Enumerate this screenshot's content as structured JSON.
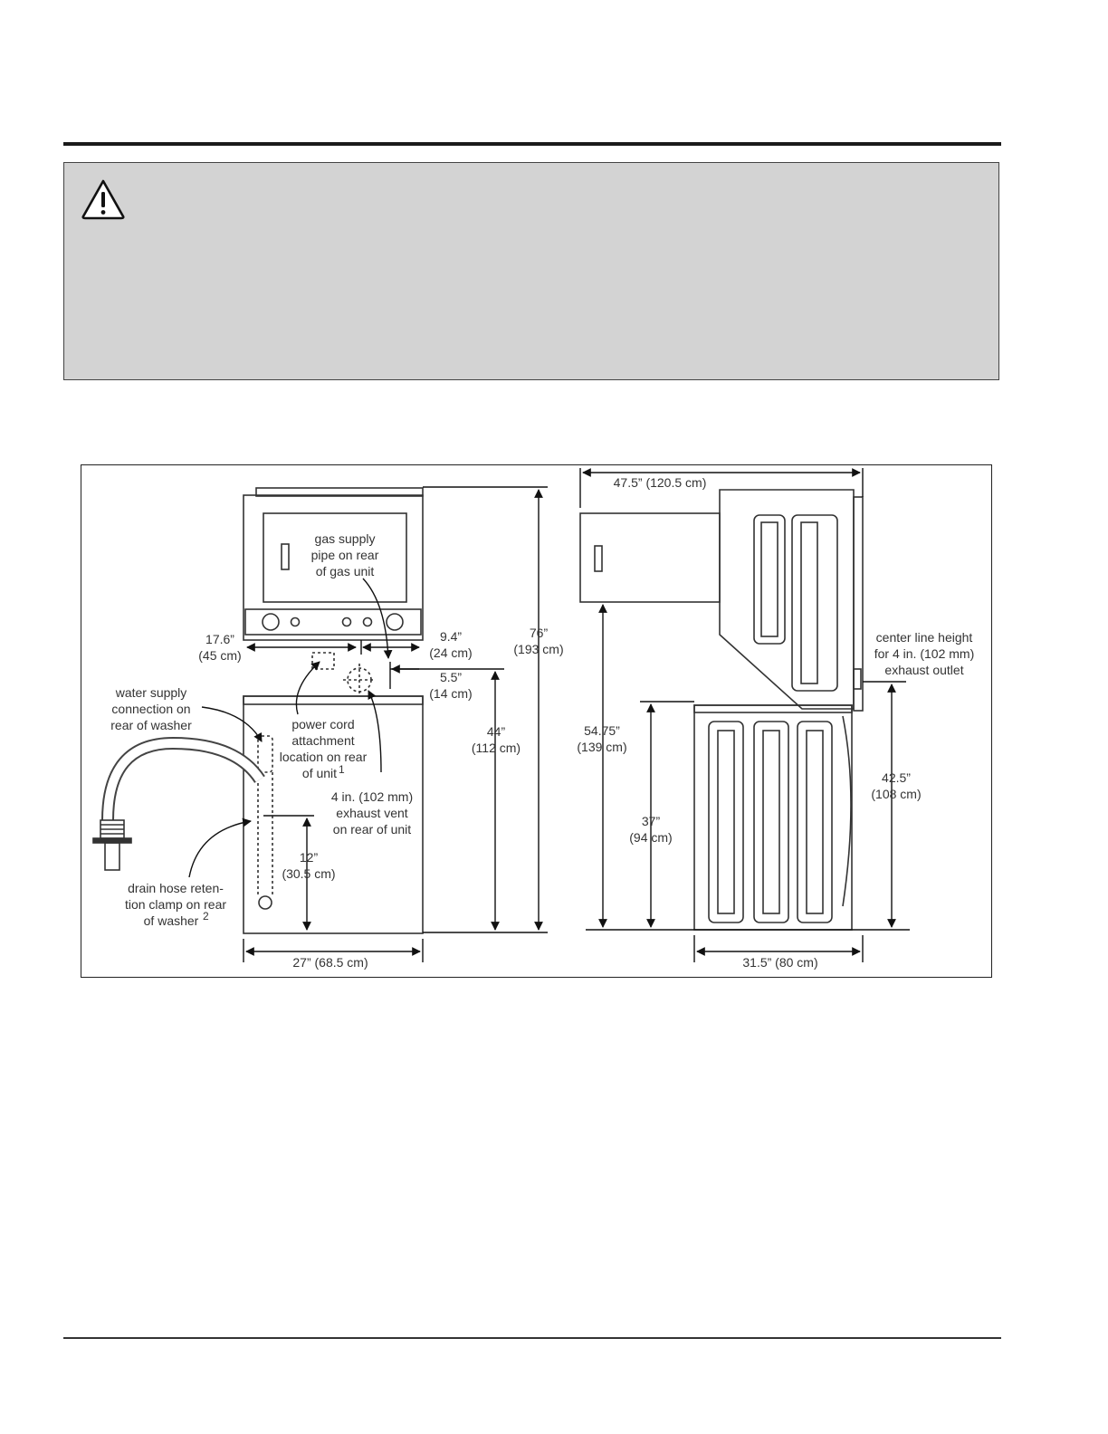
{
  "warning": {
    "icon": "warning-triangle-icon"
  },
  "diagram": {
    "front_view": {
      "gas_supply": [
        "gas supply",
        "pipe on rear",
        "of gas unit"
      ],
      "width_upper": [
        "17.6”",
        "(45 cm)"
      ],
      "vent_offset_h": [
        "9.4”",
        "(24 cm)"
      ],
      "vent_offset_v": [
        "5.5”",
        "(14 cm)"
      ],
      "total_height": [
        "76”",
        "(193 cm)"
      ],
      "washer_height": [
        "44”",
        "(112 cm)"
      ],
      "water_supply": [
        "water supply",
        "connection on",
        "rear of washer"
      ],
      "power_cord": [
        "power cord",
        "attachment",
        "location on rear",
        "of unit"
      ],
      "power_cord_note": "1",
      "exhaust_vent": [
        "4 in. (102 mm)",
        "exhaust vent",
        "on rear of unit"
      ],
      "clamp_height": [
        "12”",
        "(30.5 cm)"
      ],
      "drain_hose": [
        "drain hose reten-",
        "tion clamp on rear",
        "of washer"
      ],
      "drain_hose_note": "2",
      "width": "27” (68.5 cm)"
    },
    "side_view": {
      "open_depth": "47.5” (120.5 cm)",
      "door_height": [
        "54.75”",
        "(139 cm)"
      ],
      "washer_top": [
        "37”",
        "(94 cm)"
      ],
      "exhaust_center": [
        "center line height",
        "for 4 in. (102 mm)",
        "exhaust outlet"
      ],
      "exhaust_height": [
        "42.5”",
        "(108 cm)"
      ],
      "depth": "31.5” (80 cm)"
    }
  }
}
